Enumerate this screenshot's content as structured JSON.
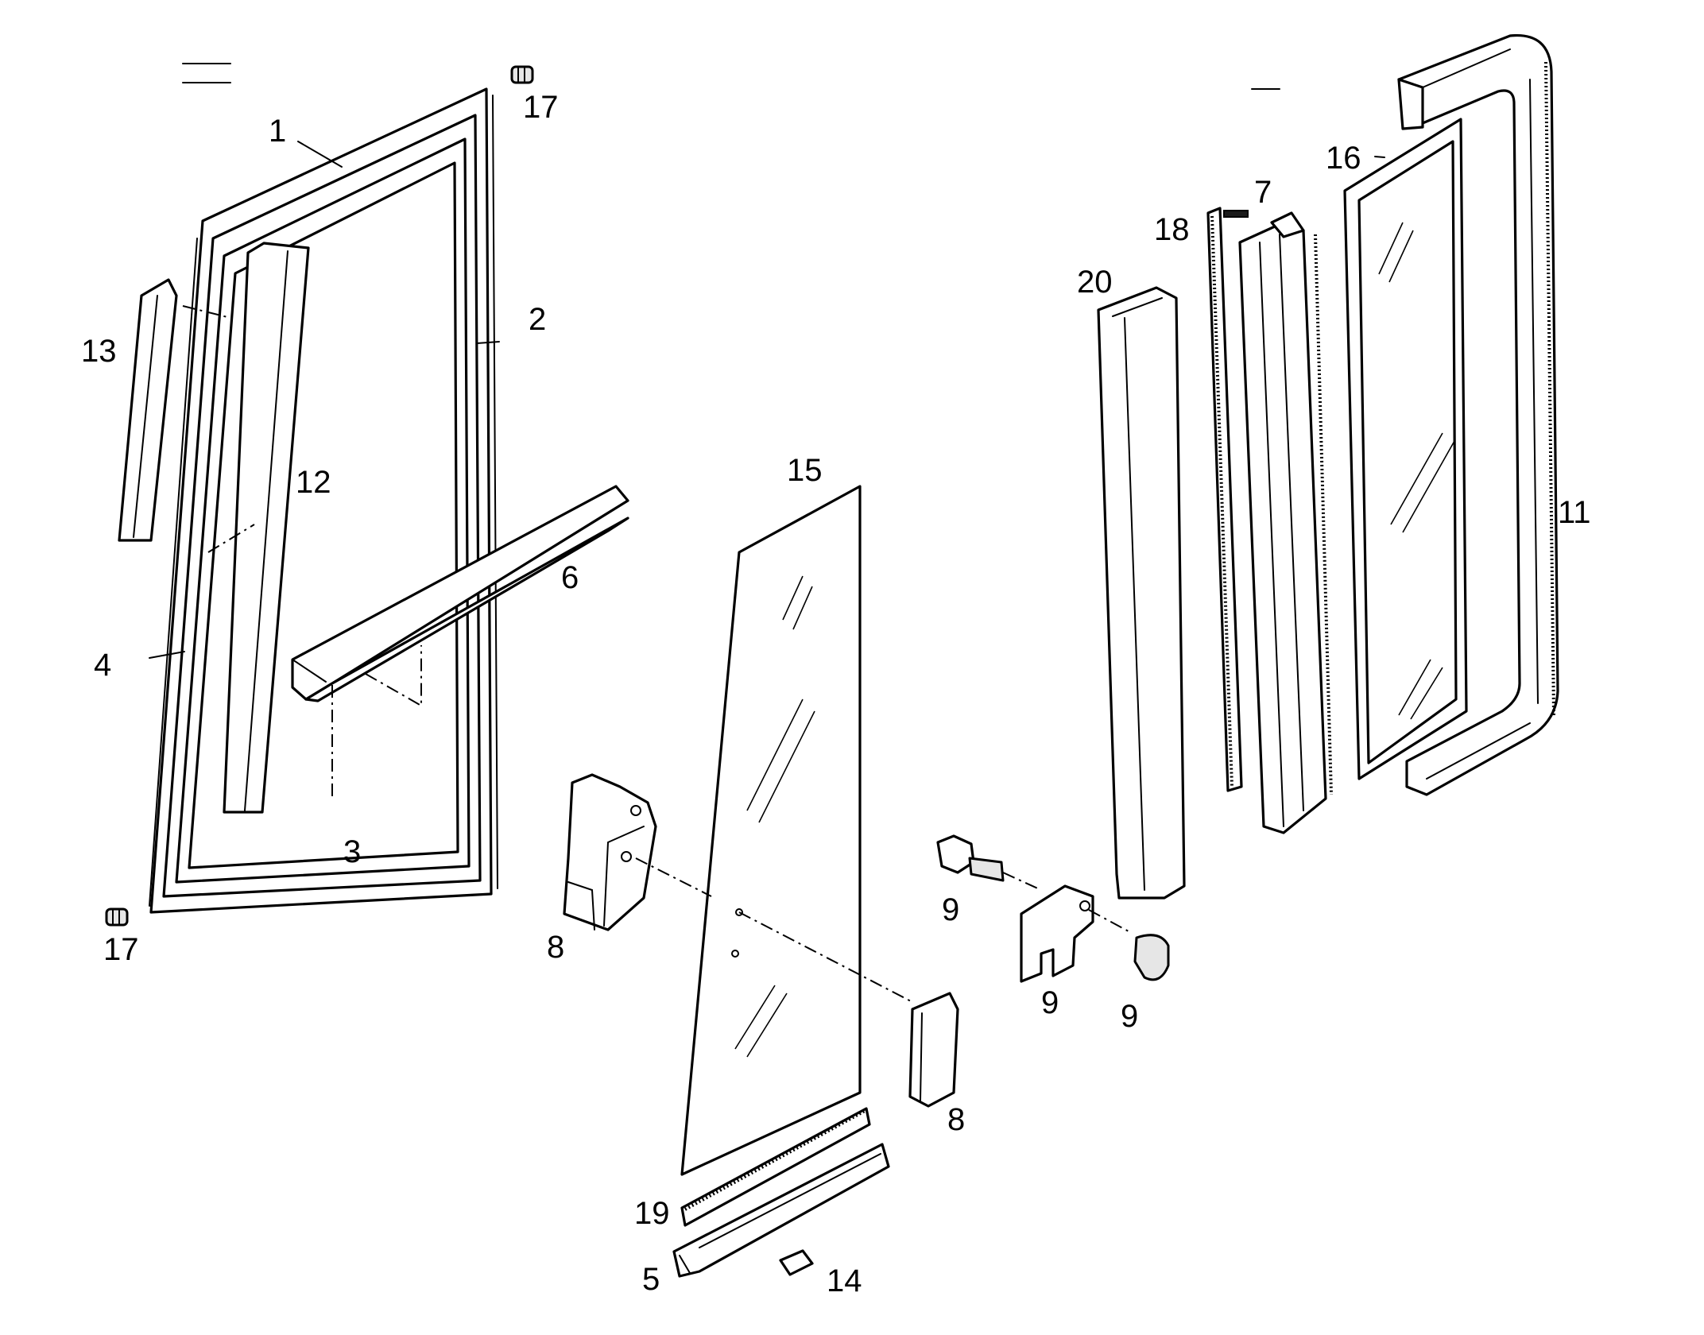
{
  "labels": {
    "l1": "1",
    "l2": "2",
    "l3": "3",
    "l4": "4",
    "l5": "5",
    "l6": "6",
    "l7": "7",
    "l8a": "8",
    "l8b": "8",
    "l9a": "9",
    "l9b": "9",
    "l9c": "9",
    "l11": "11",
    "l12": "12",
    "l13": "13",
    "l14": "14",
    "l15": "15",
    "l16": "16",
    "l17a": "17",
    "l17b": "17",
    "l18": "18",
    "l19": "19",
    "l20": "20"
  }
}
